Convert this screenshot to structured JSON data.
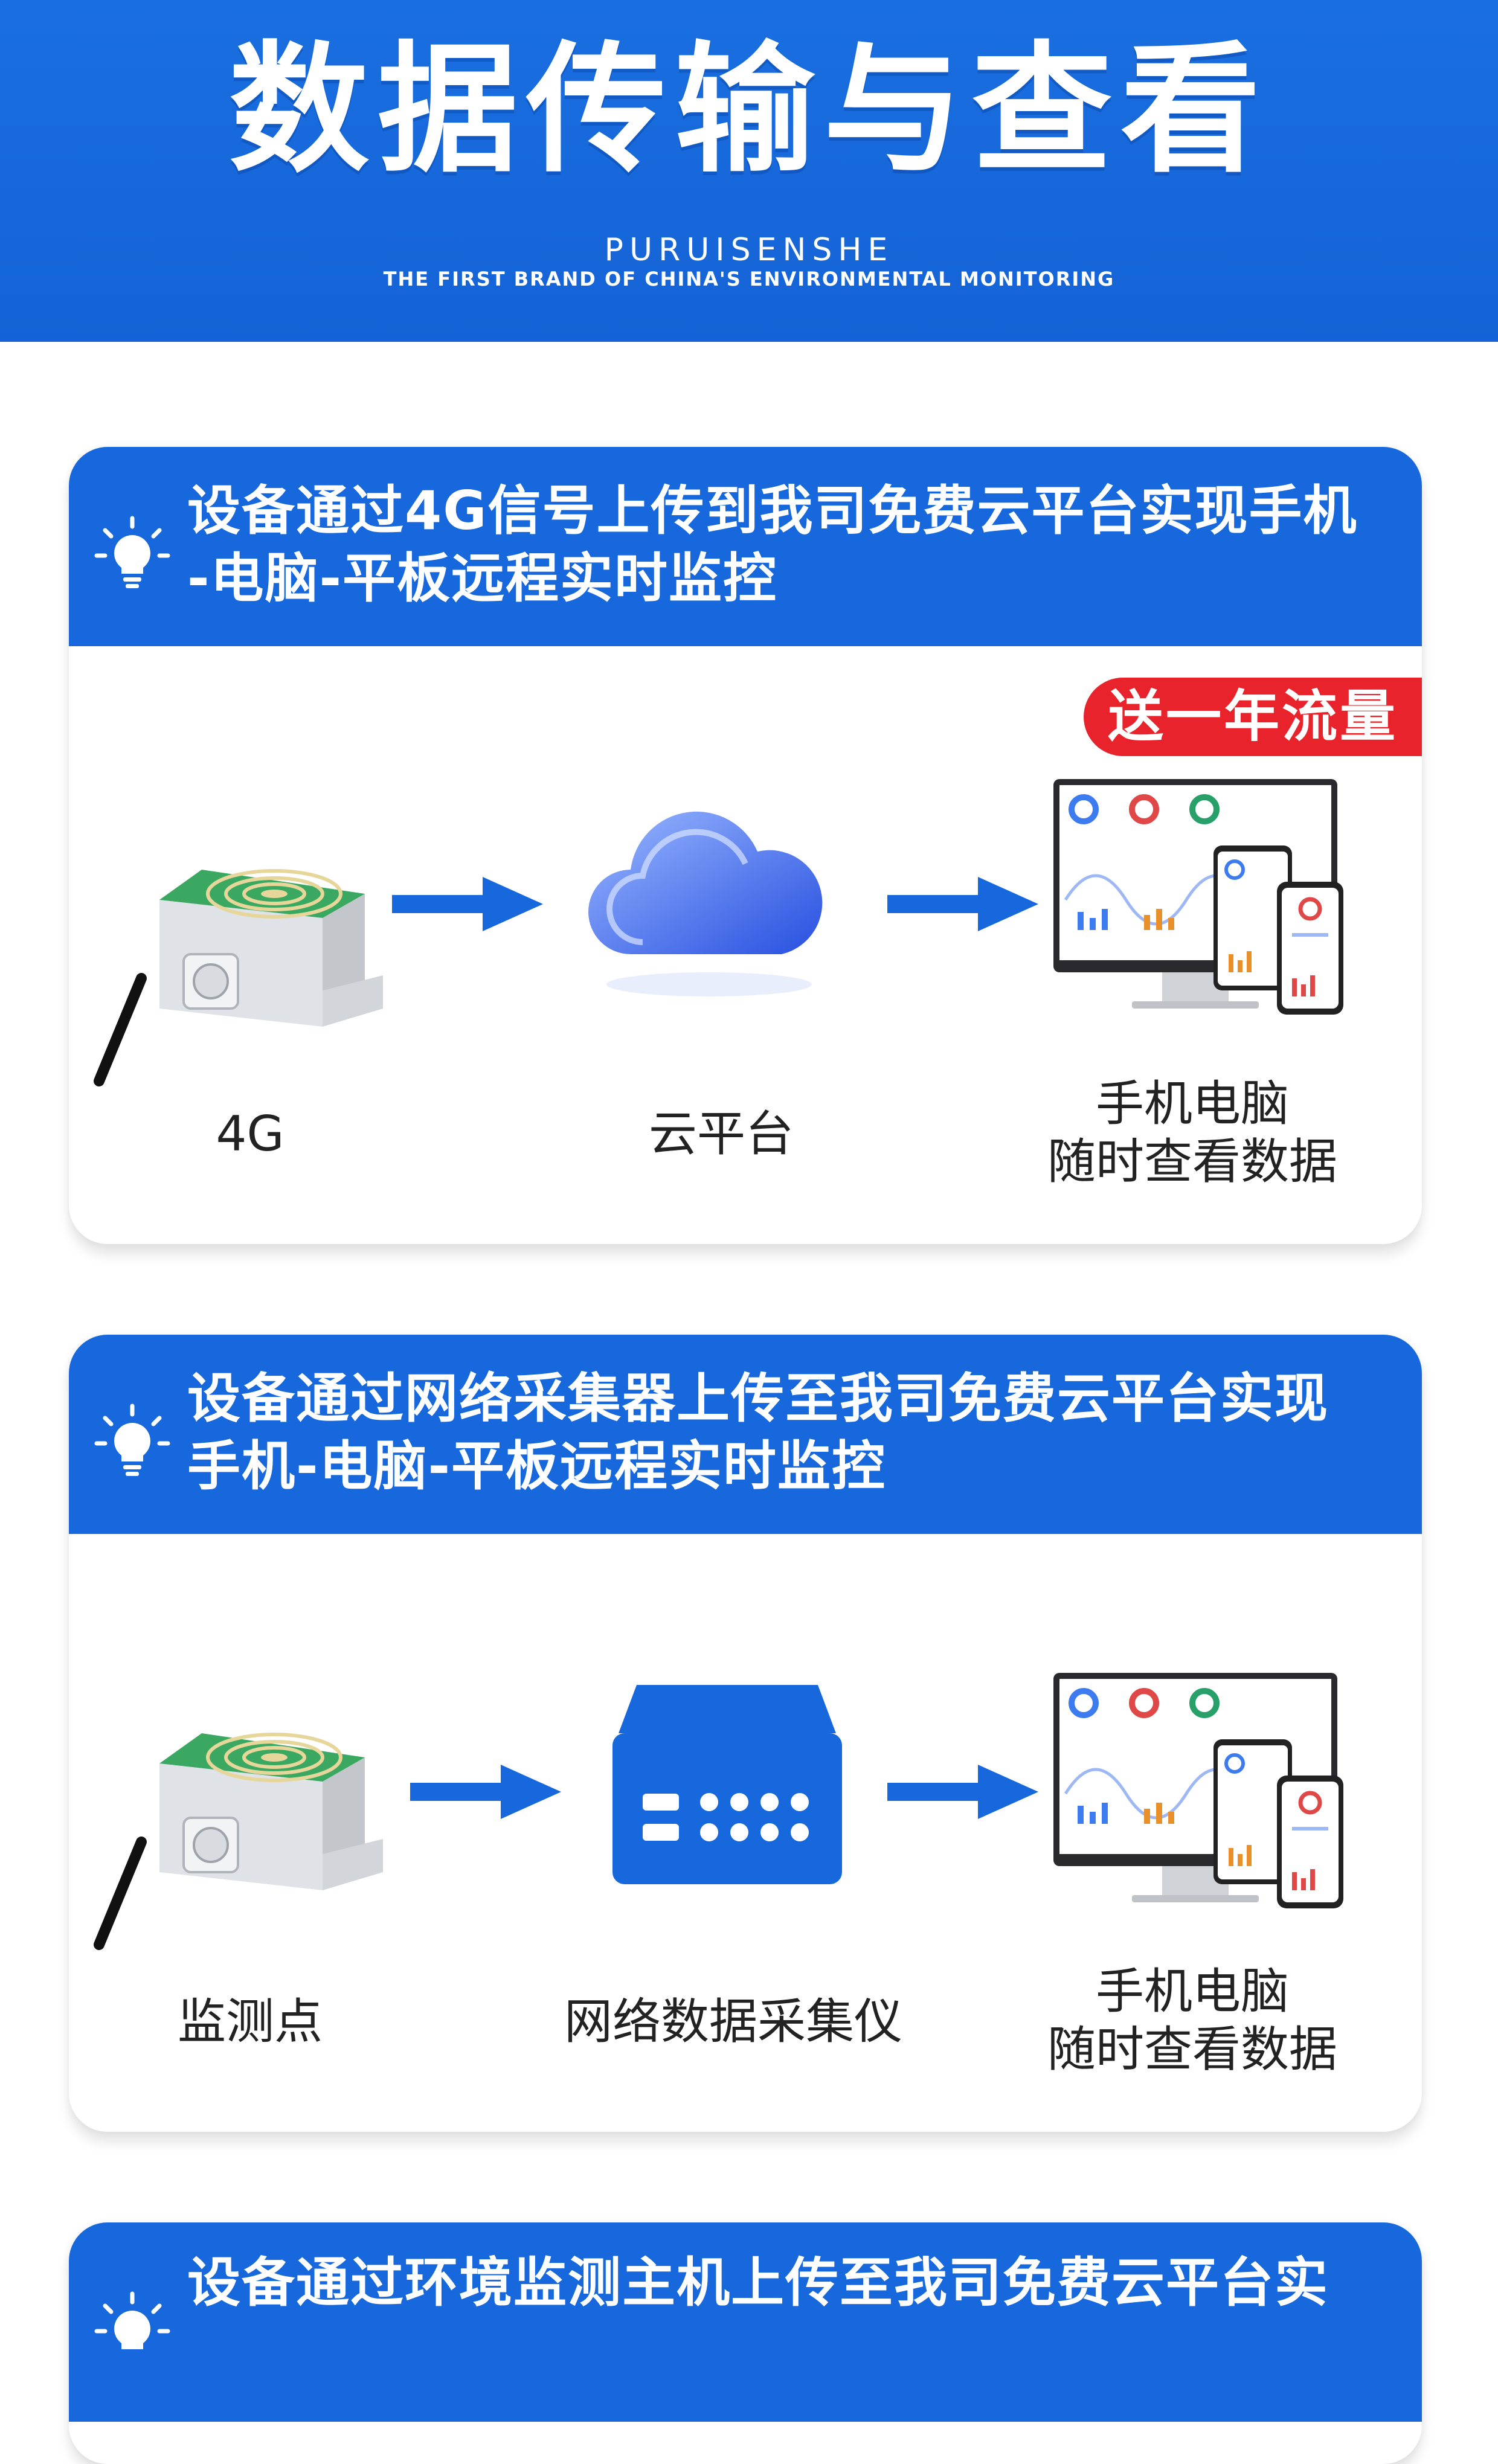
{
  "header": {
    "title": "数据传输与查看",
    "brand": "PURUISENSHE",
    "slogan": "THE FIRST BRAND OF CHINA'S ENVIRONMENTAL MONITORING"
  },
  "cards": [
    {
      "title_line1": "设备通过4G信号上传到我司免费云平台实现手机",
      "title_line2": "-电脑-平板远程实时监控",
      "badge": "送一年流量",
      "step1": "4G",
      "step2": "云平台",
      "step3_line1": "手机电脑",
      "step3_line2": "随时查看数据"
    },
    {
      "title_line1": "设备通过网络采集器上传至我司免费云平台实现",
      "title_line2": "手机-电脑-平板远程实时监控",
      "step1": "监测点",
      "step2": "网络数据采集仪",
      "step3_line1": "手机电脑",
      "step3_line2": "随时查看数据"
    },
    {
      "title_line1": "设备通过环境监测主机上传至我司免费云平台实"
    }
  ],
  "colors": {
    "header_blue": "#1463d6",
    "card_blue": "#1668dc",
    "badge_red": "#e8232b",
    "sensor_green": "#3aa860"
  },
  "icons": [
    "lightbulb-icon",
    "arrow-right-icon",
    "cloud-icon",
    "data-collector-icon",
    "sensor-device-icon",
    "devices-dashboard-icon"
  ]
}
